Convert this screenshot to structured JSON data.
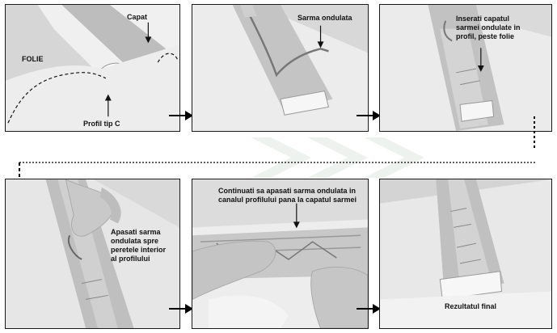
{
  "labels": {
    "p1_capat": "Capat",
    "p1_folie": "FOLIE",
    "p1_profil": "Profil tip C",
    "p2_sarma": "Sarma ondulata",
    "p3_line1": "Inserati capatul",
    "p3_line2": "sarmei ondulate in",
    "p3_line3": "profil, peste folie",
    "p4_line1": "Apasati sarma",
    "p4_line2": "ondulata spre",
    "p4_line3": "peretele interior",
    "p4_line4": "al profilului",
    "p5_line1": "Continuati sa apasati sarma ondulata in",
    "p5_line2": "canalul profilului pana la capatul sarmei",
    "p6_result": "Rezultatul final"
  },
  "colors": {
    "border": "#1a1a1a",
    "photo_bg": "#d9d9d9",
    "profile_light": "#e9e9e9",
    "profile_dark": "#9a9a9a",
    "arrow": "#000000"
  }
}
